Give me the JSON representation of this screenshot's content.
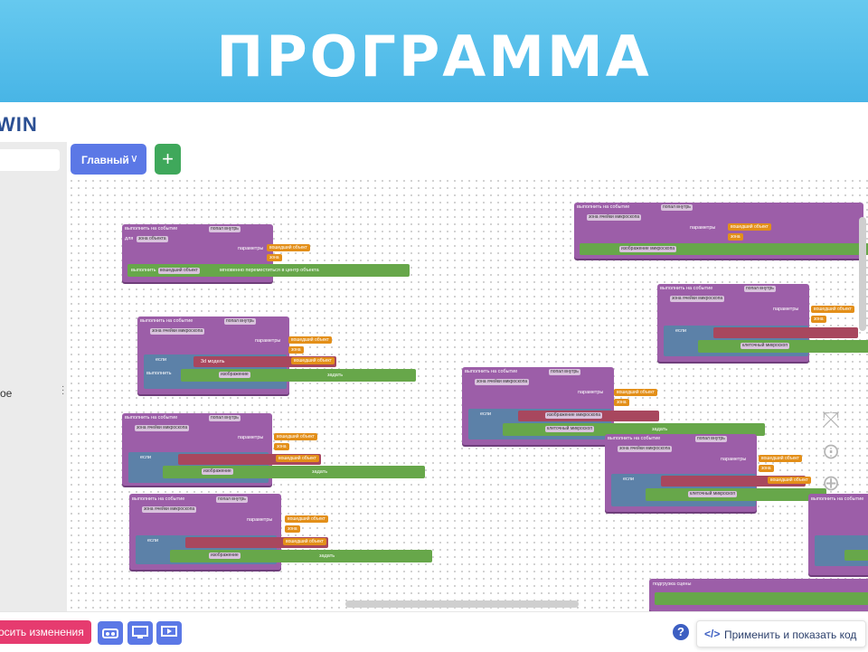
{
  "slide_title": "ПРОГРАММА",
  "app": {
    "logo_partial": "WIN"
  },
  "left_panel": {
    "partial_label": "ое"
  },
  "tabs": [
    {
      "label": "Главный"
    }
  ],
  "toolbar": {
    "add_tab_symbol": "+"
  },
  "blocks": {
    "event_header": "выполнить на событие",
    "object": "объект",
    "zone": "зона",
    "enters": "попал внутрь",
    "for": "для",
    "params": "параметры",
    "entered_object": "вошедший объект",
    "if_label": "если",
    "do_label": "выполнить",
    "then_label": "выполнить",
    "model_3d": "3d модель",
    "image": "изображение",
    "set_text": "задать",
    "a1_zone": "зона объекта",
    "a1_action": "мгновенно переместиться в центр объекта",
    "micro_zone": "зона ячейки микроскопа",
    "micro_image": "изображение микроскопа",
    "cell_image": "клеточный микроскоп",
    "scene_load": "подгрузка сцены"
  },
  "colors": {
    "banner": "#5ec2ec",
    "event_block": "#9c5ea8",
    "param_orange": "#e38f19",
    "action_green": "#67a74a",
    "condition_blue": "#5c81a8",
    "tab_blue": "#5b78e6",
    "save_red": "#e63b6f"
  },
  "bottom_bar": {
    "save_label": "осить изменения",
    "apply_label": "Применить и показать код",
    "help_symbol": "?",
    "code_symbol": "</>"
  }
}
